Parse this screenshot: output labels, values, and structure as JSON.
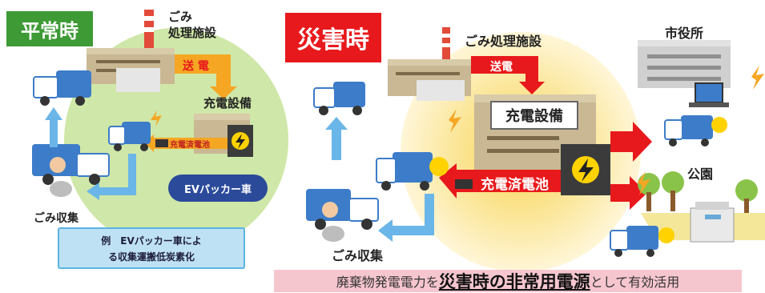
{
  "left_panel": {
    "tag": "平常時",
    "facility_line1": "ごみ",
    "facility_line2": "処理施設",
    "transmission": "送 電",
    "charging_equipment": "充電設備",
    "charged_battery": "充電済電池",
    "ev_label": "EVパッカー車",
    "collection": "ごみ収集",
    "note_line1": "例　EVパッカー車によ",
    "note_line2": "る収集運搬低炭素化"
  },
  "right_panel": {
    "tag": "災害時",
    "facility": "ごみ処理施設",
    "transmission": "送電",
    "charging_equipment": "充電設備",
    "charged_battery": "充電済電池",
    "city_hall": "市役所",
    "park": "公園",
    "collection": "ごみ収集"
  },
  "banner": {
    "prefix": "廃棄物発電電力を",
    "emphasis": "災害時の非常用電源",
    "suffix": "として有効活用"
  },
  "colors": {
    "normal_green": "#3d9a35",
    "disaster_red": "#e8191c",
    "banner_pink": "#f6c6cf",
    "arrow_blue": "#6bb6e8"
  }
}
